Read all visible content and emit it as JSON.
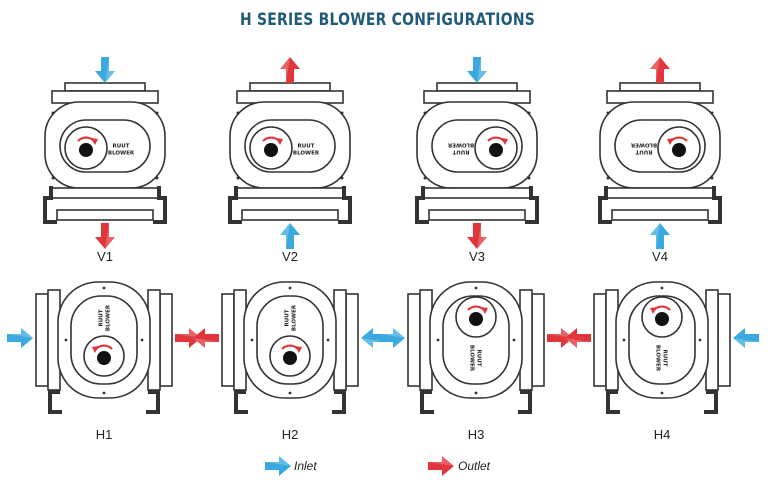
{
  "title": "H SERIES BLOWER CONFIGURATIONS",
  "brand": [
    "RUUT",
    "BLOWER"
  ],
  "colors": {
    "inlet": "#39a9e0",
    "outlet": "#e2353b",
    "line": "#333333",
    "title": "#1f5a78"
  },
  "configurations": [
    {
      "label": "V1",
      "orientation": "vertical",
      "inlet": "top",
      "outlet": "bottom",
      "rotation": "clockwise",
      "shaft_side": "left"
    },
    {
      "label": "V2",
      "orientation": "vertical",
      "inlet": "bottom",
      "outlet": "top",
      "rotation": "clockwise",
      "shaft_side": "left"
    },
    {
      "label": "V3",
      "orientation": "vertical",
      "inlet": "top",
      "outlet": "bottom",
      "rotation": "clockwise",
      "shaft_side": "right"
    },
    {
      "label": "V4",
      "orientation": "vertical",
      "inlet": "bottom",
      "outlet": "top",
      "rotation": "counterclockwise",
      "shaft_side": "right"
    },
    {
      "label": "H1",
      "orientation": "horizontal",
      "inlet": "left",
      "outlet": "right",
      "rotation": "counterclockwise",
      "shaft_side": "bottom"
    },
    {
      "label": "H2",
      "orientation": "horizontal",
      "inlet": "right",
      "outlet": "left",
      "rotation": "clockwise",
      "shaft_side": "bottom"
    },
    {
      "label": "H3",
      "orientation": "horizontal",
      "inlet": "left",
      "outlet": "right",
      "rotation": "clockwise",
      "shaft_side": "top"
    },
    {
      "label": "H4",
      "orientation": "horizontal",
      "inlet": "right",
      "outlet": "left",
      "rotation": "counterclockwise",
      "shaft_side": "top"
    }
  ],
  "legend": [
    {
      "type": "inlet",
      "label": "Inlet",
      "icon": "blue-arrow-icon"
    },
    {
      "type": "outlet",
      "label": "Outlet",
      "icon": "red-arrow-icon"
    }
  ]
}
